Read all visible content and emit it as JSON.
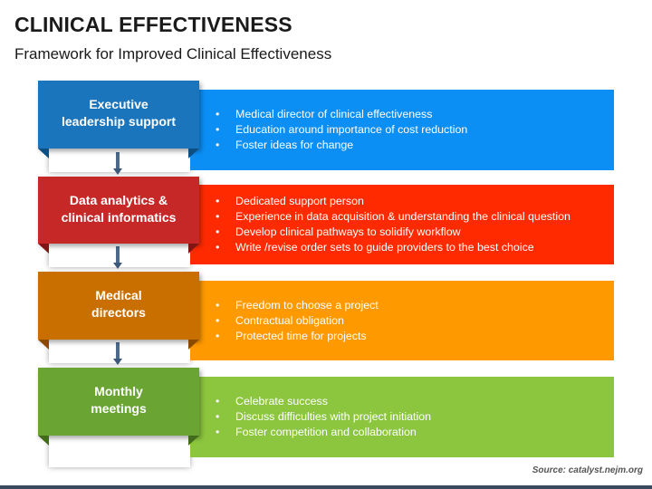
{
  "header": {
    "title": "CLINICAL EFFECTIVENESS",
    "subtitle": "Framework for Improved Clinical Effectiveness"
  },
  "steps": [
    {
      "label_line1": "Executive",
      "label_line2": "leadership support",
      "color": "#1b75bc",
      "fold_color": "#0e4f82",
      "panel_color": "#0b8ff5",
      "bullets": [
        "Medical director of clinical effectiveness",
        "Education around importance of cost reduction",
        "Foster ideas for change"
      ]
    },
    {
      "label_line1": "Data analytics &",
      "label_line2": "clinical informatics",
      "color": "#c62828",
      "fold_color": "#7f1515",
      "panel_color": "#ff2a00",
      "bullets": [
        "Dedicated support person",
        "Experience in data acquisition & understanding the clinical question",
        "Develop clinical pathways to solidify workflow",
        "Write /revise order sets to guide providers to the best choice"
      ]
    },
    {
      "label_line1": "Medical",
      "label_line2": "directors",
      "color": "#c96f00",
      "fold_color": "#8a4b00",
      "panel_color": "#ff9900",
      "bullets": [
        "Freedom to choose a project",
        "Contractual obligation",
        "Protected time for projects"
      ]
    },
    {
      "label_line1": "Monthly",
      "label_line2": "meetings",
      "color": "#6aa433",
      "fold_color": "#436b1d",
      "panel_color": "#8cc63f",
      "bullets": [
        "Celebrate success",
        "Discuss difficulties with project initiation",
        "Foster competition and collaboration"
      ]
    }
  ],
  "footer": {
    "source": "Source: catalyst.nejm.org"
  }
}
